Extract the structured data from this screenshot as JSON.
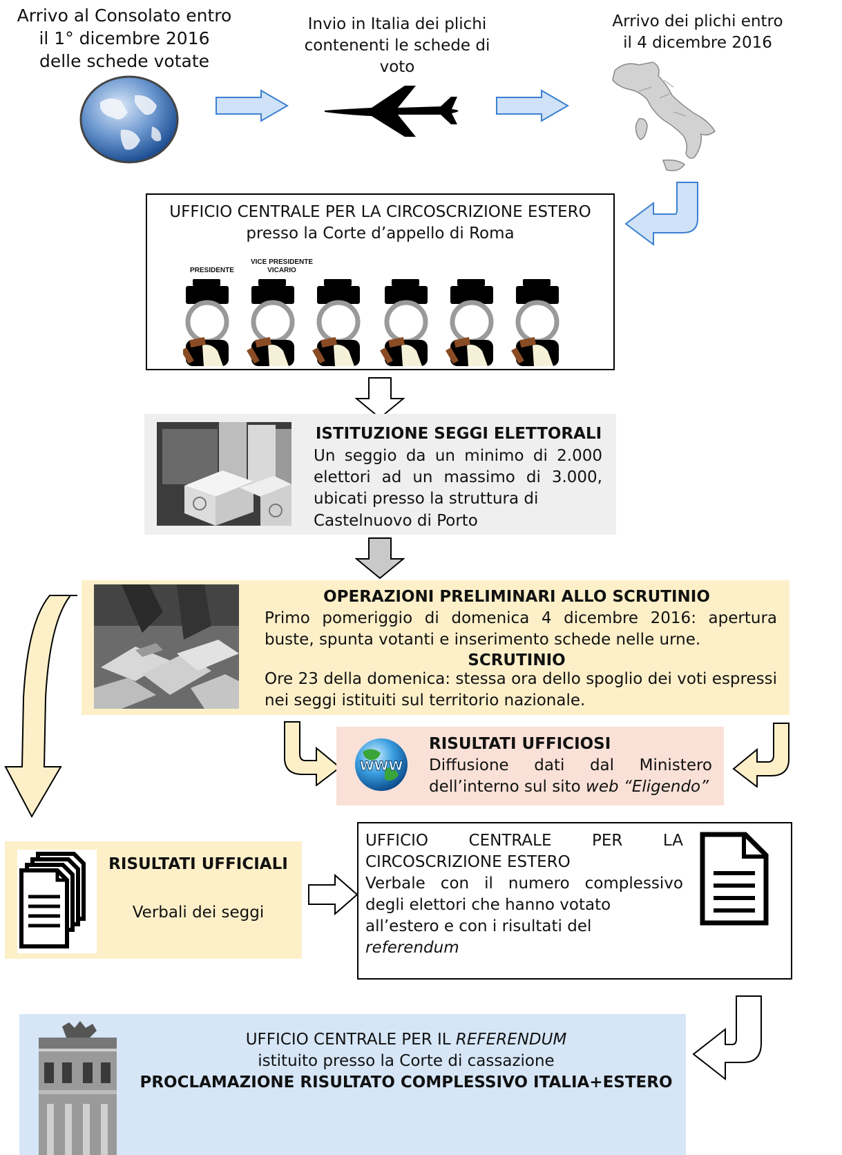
{
  "top": {
    "step1": [
      "Arrivo al Consolato entro",
      "il 1° dicembre 2016",
      "delle schede votate"
    ],
    "step2": [
      "Invio in Italia dei plichi",
      "contenenti le schede di",
      "voto"
    ],
    "step3": [
      "Arrivo dei plichi entro",
      "il 4 dicembre 2016"
    ]
  },
  "ufficio_estero": {
    "title": "UFFICIO CENTRALE PER LA CIRCOSCRIZIONE ESTERO",
    "subtitle": "presso la Corte d’appello di Roma",
    "label_presidente": "PRESIDENTE",
    "label_vice_1": "VICE PRESIDENTE",
    "label_vice_2": "VICARIO"
  },
  "seggi": {
    "title": "ISTITUZIONE SEGGI ELETTORALI",
    "body": "Un seggio da un minimo di 2.000 elettori ad un massimo di 3.000, ubicati presso la struttura di",
    "body_last": "Castelnuovo di Porto"
  },
  "operazioni": {
    "title": "OPERAZIONI PRELIMINARI ALLO SCRUTINIO",
    "body1": "Primo pomeriggio di domenica 4 dicembre 2016: apertura buste, spunta votanti e inserimento schede nelle urne.",
    "title2": "SCRUTINIO",
    "body2": "Ore 23 della domenica: stessa ora dello spoglio dei voti espressi nei seggi istituiti sul territorio nazionale."
  },
  "ufficiosi": {
    "title": "RISULTATI UFFICIOSI",
    "body_a": "Diffusione dati dal Ministero",
    "body_b": "dell’interno sul sito",
    "body_web": "web",
    "body_eligendo": "“Eligendo”"
  },
  "ufficiali": {
    "title": "RISULTATI UFFICIALI",
    "body": "Verbali dei seggi"
  },
  "ufficio_verbale": {
    "title": "UFFICIO CENTRALE PER LA CIRCOSCRIZIONE ESTERO",
    "body": "Verbale con il numero complessivo degli elettori che hanno votato",
    "body_last": "all’estero e con i risultati del",
    "body_referendum": "referendum"
  },
  "cassazione": {
    "line1_a": "UFFICIO CENTRALE PER IL",
    "line1_b": "REFERENDUM",
    "line2": "istituito presso la Corte di cassazione",
    "line3": "PROCLAMAZIONE RISULTATO COMPLESSIVO ITALIA+ESTERO"
  },
  "icons": [
    "globe-icon",
    "airplane-icon",
    "italy-map-icon",
    "judge-icon",
    "ballot-box-photo",
    "counting-photo",
    "www-globe-icon",
    "documents-stack-icon",
    "document-icon",
    "courthouse-photo"
  ],
  "colors": {
    "blue_arrow": "#cfe2f7",
    "blue_arrow_stroke": "#3b7fd1",
    "grey_box": "#f0f0f0",
    "yellow_box": "#fdf0c9",
    "pink_box": "#f9e1d7",
    "light_blue_box": "#d6e6f7"
  }
}
